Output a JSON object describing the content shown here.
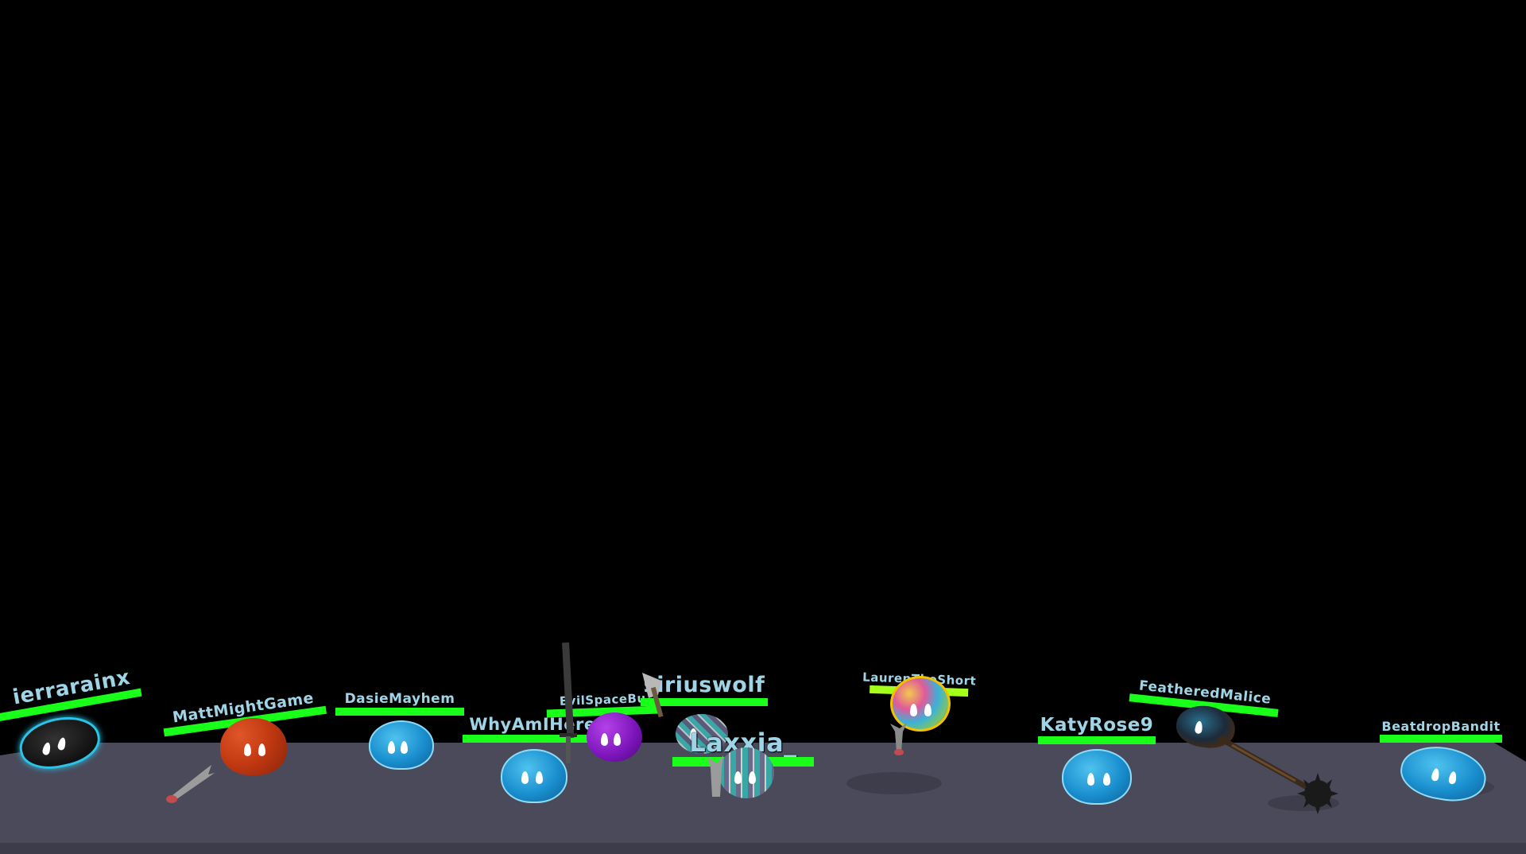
{
  "scene": {
    "background_color": "#000000",
    "floor_color": "#4a4a5a",
    "floor_edge_color": "#3c3c4a",
    "health_color": "#1aff1a",
    "name_color": "#9fd4e6"
  },
  "players": [
    {
      "name": "ierrarainx",
      "skin": "dark-slime",
      "weapon": "none"
    },
    {
      "name": "MattMightGame",
      "skin": "red-pattern-slime",
      "weapon": "fish"
    },
    {
      "name": "DasieMayhem",
      "skin": "blue-slime",
      "weapon": "none"
    },
    {
      "name": "WhyAmIHere",
      "skin": "blue-slime",
      "weapon": "none"
    },
    {
      "name": "EvilSpaceBu",
      "skin": "purple-slime",
      "weapon": "sword"
    },
    {
      "name": "siriuswolf",
      "skin": "plaid-slime",
      "weapon": "axe"
    },
    {
      "name": "Laxxia_",
      "skin": "plaid-slime",
      "weapon": "fish"
    },
    {
      "name": "LaurenTheShort",
      "skin": "candy-slime",
      "weapon": "fish"
    },
    {
      "name": "KatyRose9",
      "skin": "blue-slime",
      "weapon": "none"
    },
    {
      "name": "FeatheredMalice",
      "skin": "feather-slime",
      "weapon": "mace"
    },
    {
      "name": "BeatdropBandit",
      "skin": "blue-slime",
      "weapon": "none"
    }
  ]
}
